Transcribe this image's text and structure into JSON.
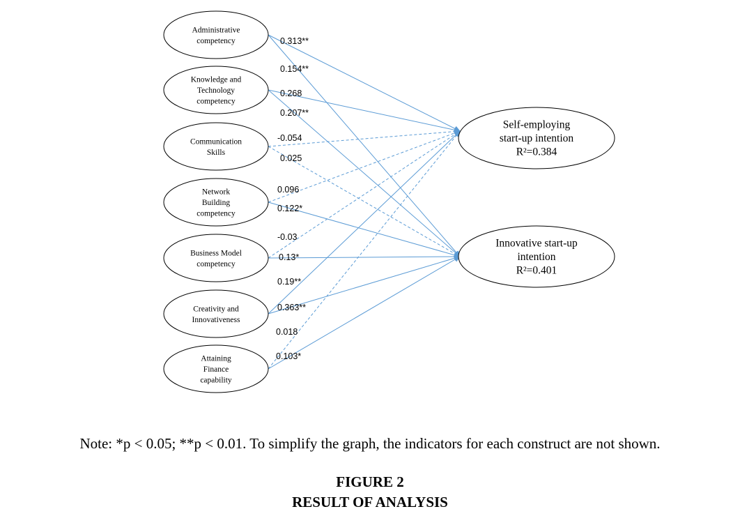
{
  "predictors": [
    {
      "id": "admin",
      "lines": [
        "Administrative",
        "competency"
      ]
    },
    {
      "id": "knowledge",
      "lines": [
        "Knowledge and",
        "Technology",
        "competency"
      ]
    },
    {
      "id": "communication",
      "lines": [
        "Communication",
        "Skills"
      ]
    },
    {
      "id": "network",
      "lines": [
        "Network",
        "Building",
        "competency"
      ]
    },
    {
      "id": "business",
      "lines": [
        "Business Model",
        "competency"
      ]
    },
    {
      "id": "creativity",
      "lines": [
        "Creativity and",
        "Innovativeness"
      ]
    },
    {
      "id": "finance",
      "lines": [
        "Attaining",
        "Finance",
        "capability"
      ]
    }
  ],
  "outcomes": [
    {
      "id": "self",
      "lines": [
        "Self-employing",
        "start-up intention",
        "R²=0.384"
      ]
    },
    {
      "id": "innov",
      "lines": [
        "Innovative start-up",
        "intention",
        "R²=0.401"
      ]
    }
  ],
  "paths": [
    {
      "from": "admin",
      "to": "self",
      "coef": "0.313**",
      "significant": true
    },
    {
      "from": "admin",
      "to": "innov",
      "coef": "0.154**",
      "significant": true
    },
    {
      "from": "knowledge",
      "to": "self",
      "coef": "0.268",
      "significant": true
    },
    {
      "from": "knowledge",
      "to": "innov",
      "coef": "0.207**",
      "significant": true
    },
    {
      "from": "communication",
      "to": "self",
      "coef": "-0.054",
      "significant": false
    },
    {
      "from": "communication",
      "to": "innov",
      "coef": "0.025",
      "significant": false
    },
    {
      "from": "network",
      "to": "self",
      "coef": "0.096",
      "significant": false
    },
    {
      "from": "network",
      "to": "innov",
      "coef": "0.122*",
      "significant": true
    },
    {
      "from": "business",
      "to": "self",
      "coef": "-0.03",
      "significant": false
    },
    {
      "from": "business",
      "to": "innov",
      "coef": "0.13*",
      "significant": true
    },
    {
      "from": "creativity",
      "to": "self",
      "coef": "0.19**",
      "significant": true
    },
    {
      "from": "creativity",
      "to": "innov",
      "coef": "0.363**",
      "significant": true
    },
    {
      "from": "finance",
      "to": "self",
      "coef": "0.018",
      "significant": false
    },
    {
      "from": "finance",
      "to": "innov",
      "coef": "0.103*",
      "significant": true
    }
  ],
  "colors": {
    "path": "#5b9bd5"
  },
  "note": "Note: *p < 0.05; **p < 0.01. To simplify the graph, the indicators for each construct are not shown.",
  "figure": {
    "number": "FIGURE 2",
    "title": "RESULT OF ANALYSIS"
  }
}
